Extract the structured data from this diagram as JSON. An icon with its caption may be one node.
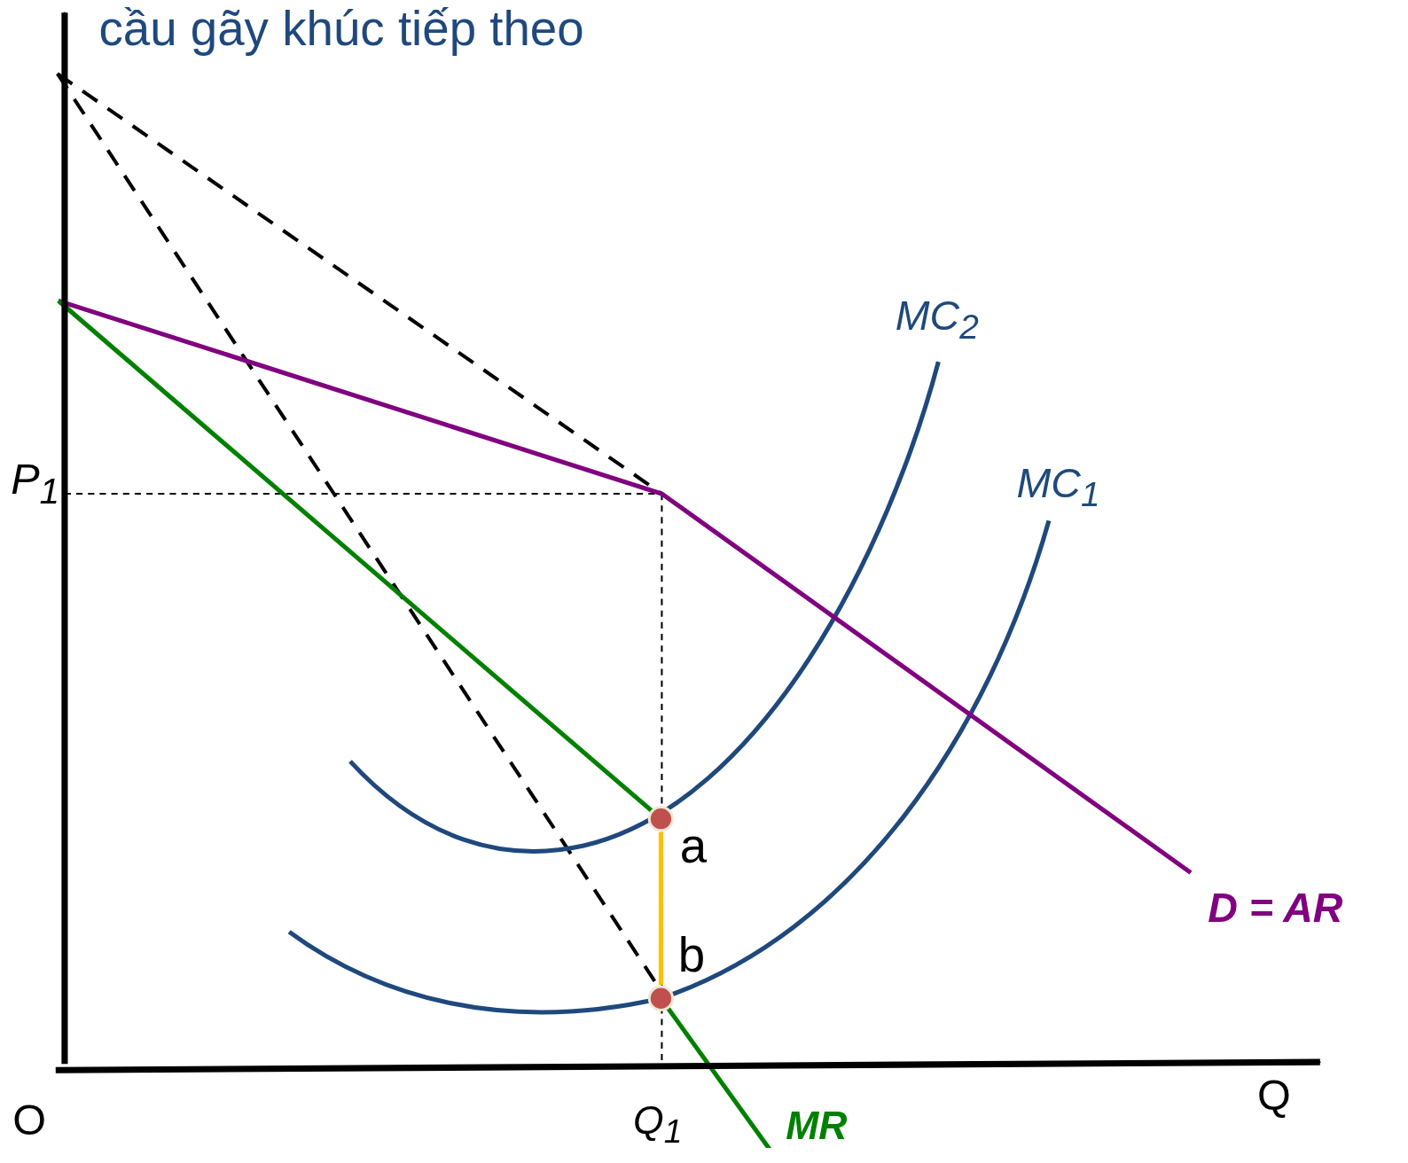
{
  "diagram": {
    "title": "cầu gãy khúc tiếp theo",
    "nodes": [
      {
        "text": [],
        "shape": "circle"
      },
      {
        "text": [],
        "shape": "circle"
      }
    ],
    "edges": [
      {
        "from": 0,
        "to": 1,
        "arrow": "none",
        "color": "#ffc000"
      }
    ],
    "labels": [
      "MC$_{2}$",
      "MC$_{1}$",
      "P$_{1}$",
      "a",
      "D = AR",
      "b",
      "Q",
      "O",
      "Q$_{1}$",
      "MR"
    ]
  }
}
